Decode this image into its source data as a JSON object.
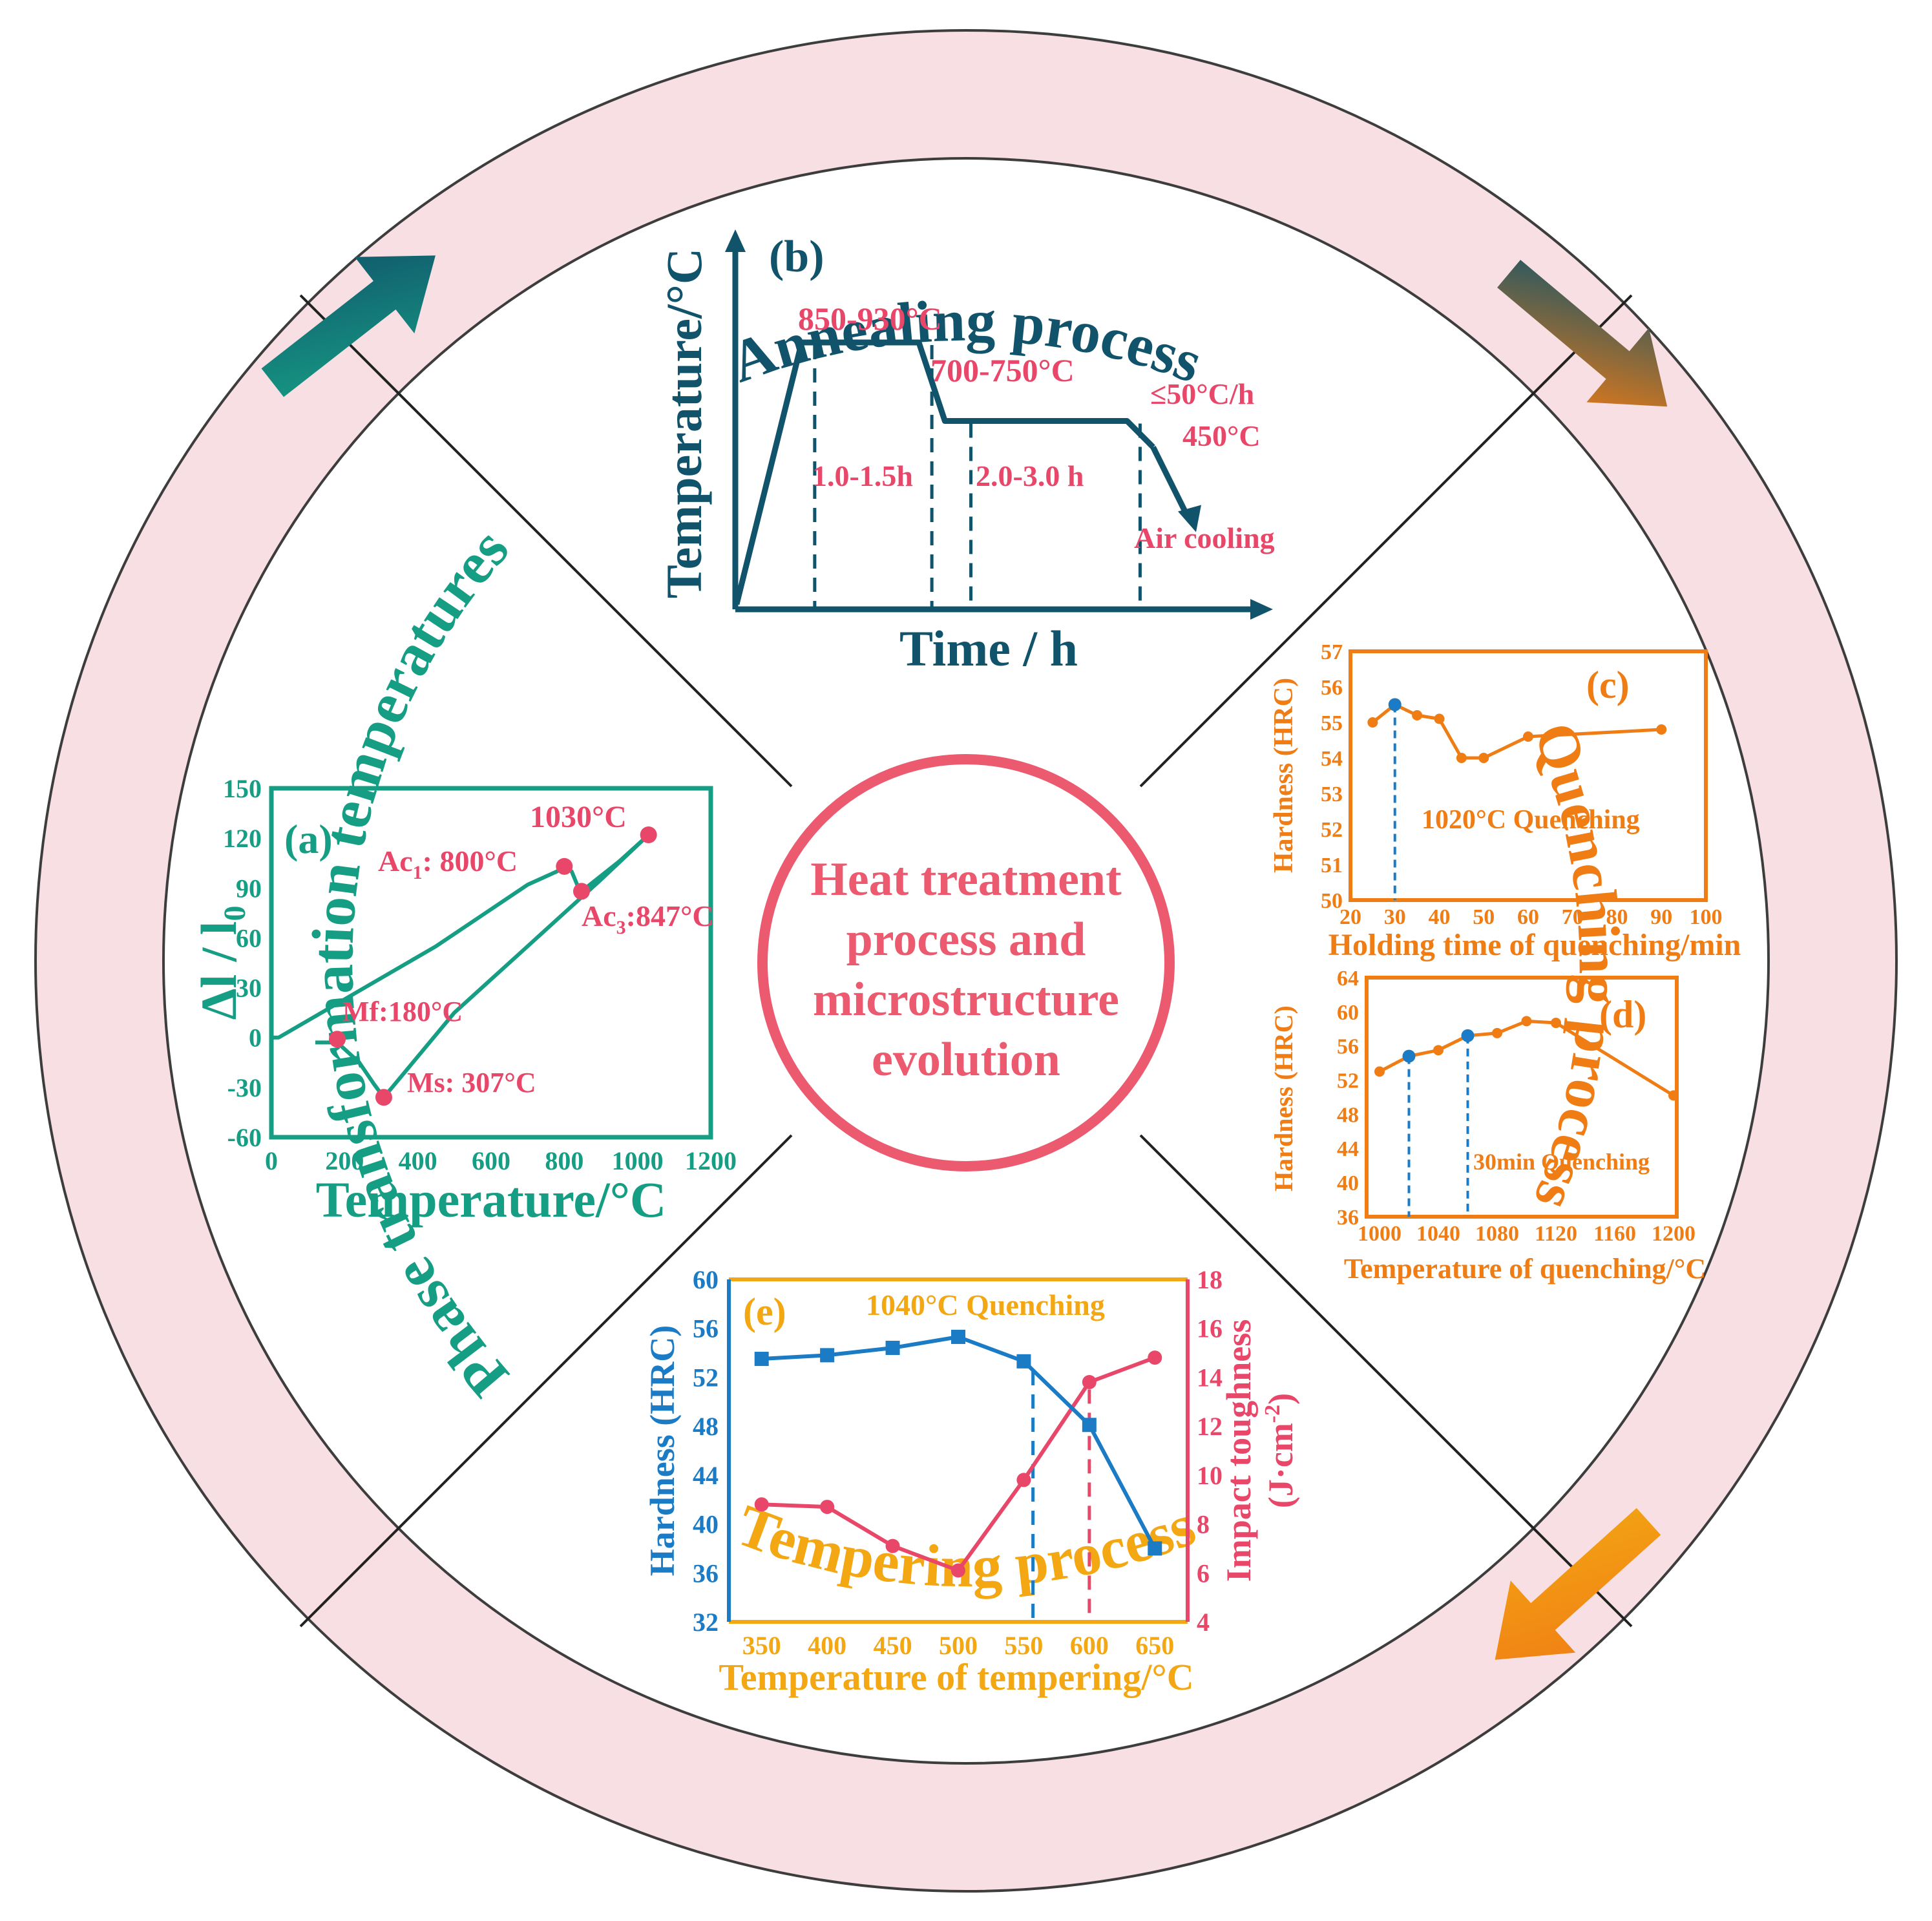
{
  "colors": {
    "ring": "#f7dfe3",
    "ring_stroke": "#3d3d3d",
    "teal": "#169e85",
    "navy": "#11536a",
    "red": "#e8476a",
    "orange": "#f07c14",
    "amber": "#f3a713",
    "blue": "#1b7bc4",
    "center_ring": "#ec5a70"
  },
  "ring_titles": {
    "top": "Annealing process",
    "right": "Quenching process",
    "bottom": "Tempering process",
    "left": "Phase transformation temperatures"
  },
  "center": {
    "lines": [
      "Heat treatment",
      "process and",
      "microstructure",
      "evolution"
    ]
  },
  "icons": [
    "arrow-teal-navy-icon",
    "arrow-navy-orange-icon",
    "arrow-orange-amber-icon"
  ],
  "panels": {
    "a": {
      "tag": "(a)",
      "ylabel_main": "Δl / l",
      "ylabel_sub": "0",
      "xlabel": "Temperature/°C",
      "annotations": {
        "ac1_pre": "Ac",
        "ac1_sub": "1",
        "ac1_post": ": 800°C",
        "ac3_pre": "Ac",
        "ac3_sub": "3",
        "ac3_post": ":847°C",
        "t1030": "1030°C",
        "mf": "Mf:180°C",
        "ms": "Ms: 307°C"
      }
    },
    "b": {
      "tag": "(b)",
      "ylabel": "Temperature/°C",
      "xlabel": "Time / h",
      "labels": {
        "t1": "850-930°C",
        "t2": "700-750°C",
        "rate": "≤50°C/h",
        "t3": "450°C",
        "h1": "1.0-1.5h",
        "h2": "2.0-3.0 h",
        "cool": "Air cooling"
      }
    },
    "c": {
      "tag": "(c)",
      "ylabel": "Hardness (HRC)",
      "xlabel": "Holding time of quenching/min",
      "note": "1020°C Quenching"
    },
    "d": {
      "tag": "(d)",
      "ylabel": "Hardness (HRC)",
      "xlabel": "Temperature of quenching/°C",
      "note": "30min Quenching"
    },
    "e": {
      "tag": "(e)",
      "ylabel_left": "Hardness (HRC)",
      "ylabel_right_1": "Impact toughness",
      "ylabel_right_2": "(J·cm",
      "ylabel_right_sup": "-2",
      "ylabel_right_3": ")",
      "xlabel": "Temperature of tempering/°C",
      "note": "1040°C Quenching"
    }
  },
  "chart_data": [
    {
      "id": "a",
      "type": "line",
      "xlim": [
        0,
        1200
      ],
      "ylim": [
        -60,
        150
      ],
      "xticks": [
        0,
        200,
        400,
        600,
        800,
        1000,
        1200
      ],
      "yticks": [
        -60,
        -30,
        0,
        30,
        60,
        90,
        120,
        150
      ],
      "series": [
        {
          "values": [
            [
              0,
              0
            ],
            [
              20,
              0
            ],
            [
              450,
              55
            ],
            [
              700,
              92
            ],
            [
              780,
              100
            ],
            [
              800,
              103
            ],
            [
              820,
              100
            ],
            [
              835,
              92
            ],
            [
              847,
              88
            ],
            [
              870,
              92
            ],
            [
              950,
              106
            ],
            [
              1030,
              122
            ]
          ]
        },
        {
          "values": [
            [
              1030,
              122
            ],
            [
              900,
              95
            ],
            [
              700,
              55
            ],
            [
              500,
              15
            ],
            [
              307,
              -36
            ],
            [
              280,
              -28
            ],
            [
              240,
              -15
            ],
            [
              180,
              -3
            ],
            [
              120,
              -3
            ]
          ]
        }
      ],
      "markers": [
        [
          800,
          103
        ],
        [
          847,
          88
        ],
        [
          1030,
          122
        ],
        [
          180,
          -1
        ],
        [
          307,
          -36
        ]
      ]
    },
    {
      "id": "b",
      "type": "line",
      "series": [
        {
          "values": [
            [
              0,
              0
            ],
            [
              1,
              100
            ],
            [
              2.8,
              100
            ],
            [
              3.2,
              70
            ],
            [
              6,
              70
            ],
            [
              6.4,
              60
            ],
            [
              7,
              30
            ]
          ]
        }
      ],
      "vlines": [
        1.2,
        3.0,
        3.6,
        6.2
      ]
    },
    {
      "id": "c",
      "type": "line",
      "xlim": [
        20,
        100
      ],
      "ylim": [
        50,
        57
      ],
      "xticks": [
        20,
        30,
        40,
        50,
        60,
        70,
        80,
        90,
        100
      ],
      "yticks": [
        50,
        51,
        52,
        53,
        54,
        55,
        56,
        57
      ],
      "series": [
        {
          "x": [
            25,
            30,
            35,
            40,
            45,
            50,
            60,
            90
          ],
          "values": [
            55,
            55.5,
            55.2,
            55.1,
            54,
            54,
            54.6,
            54.8
          ]
        }
      ],
      "highlight": [
        30,
        55.5
      ]
    },
    {
      "id": "d",
      "type": "line",
      "xlim": [
        1000,
        1200
      ],
      "ylim": [
        36,
        64
      ],
      "xticks": [
        1000,
        1040,
        1080,
        1120,
        1160,
        1200
      ],
      "yticks": [
        36,
        40,
        44,
        48,
        52,
        56,
        60,
        64
      ],
      "series": [
        {
          "x": [
            1000,
            1020,
            1040,
            1060,
            1080,
            1100,
            1120,
            1200
          ],
          "values": [
            53,
            54.8,
            55.5,
            57.2,
            57.5,
            58.9,
            58.7,
            50.2
          ]
        }
      ],
      "highlight": [
        [
          1020,
          54.8
        ],
        [
          1060,
          57.2
        ]
      ]
    },
    {
      "id": "e",
      "type": "line",
      "x": [
        350,
        400,
        450,
        500,
        550,
        600,
        650
      ],
      "xlim": [
        325,
        675
      ],
      "xticks": [
        350,
        400,
        450,
        500,
        550,
        600,
        650
      ],
      "ylim_left": [
        32,
        60
      ],
      "yticks_left": [
        32,
        36,
        40,
        44,
        48,
        52,
        56,
        60
      ],
      "ylim_right": [
        4,
        18
      ],
      "yticks_right": [
        4,
        6,
        8,
        10,
        12,
        14,
        16,
        18
      ],
      "series": [
        {
          "axis": "left",
          "values": [
            53.5,
            53.8,
            54.4,
            55.3,
            53.3,
            48.1,
            38
          ]
        },
        {
          "axis": "right",
          "values": [
            8.8,
            8.7,
            7.1,
            6.1,
            9.8,
            13.8,
            14.8
          ]
        }
      ],
      "vlines": [
        [
          557,
          "blue"
        ],
        [
          600,
          "red"
        ]
      ]
    }
  ]
}
